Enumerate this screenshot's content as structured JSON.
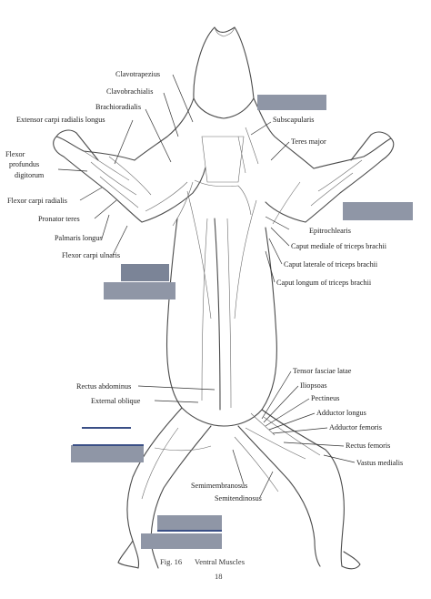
{
  "colors": {
    "mask": "#8f96a6",
    "mask_dark": "#7b8497",
    "bar": "#3a4f86",
    "ink": "#4a4a4a"
  },
  "labels": {
    "clavotrapezius": "Clavotrapezius",
    "clavobrachialis": "Clavobrachialis",
    "brachioradialis": "Brachioradialis",
    "ext_carpi_rad_longus": "Extensor carpi radialis longus",
    "flexor": "Flexor",
    "profundus": "profundus",
    "digitorum": "digitorum",
    "flex_carpi_radialis": "Flexor carpi radialis",
    "pronator_teres": "Pronator teres",
    "palmaris_longus": "Palmaris longus",
    "flex_carpi_ulnaris": "Flexor carpi ulnaris",
    "subscapularis": "Subscapularis",
    "teres_major": "Teres major",
    "epitrochlearis": "Epitrochlearis",
    "caput_mediale": "Caput mediale of triceps brachii",
    "caput_laterale": "Caput laterale of triceps brachii",
    "caput_longum": "Caput longum of triceps brachii",
    "rectus_abdominus": "Rectus abdominus",
    "external_oblique": "External oblique",
    "tensor_fasciae": "Tensor fasciae latae",
    "iliopsoas": "Iliopsoas",
    "pectineus": "Pectineus",
    "adductor_longus": "Adductor longus",
    "adductor_femoris": "Adductor femoris",
    "rectus_femoris": "Rectus femoris",
    "vastus_medialis": "Vastus medialis",
    "semimembranosus": "Semimembranosus",
    "semitendinosus": "Semitendinosus"
  },
  "caption": {
    "figure": "Fig. 16",
    "title": "Ventral  Muscles",
    "page": "18"
  }
}
